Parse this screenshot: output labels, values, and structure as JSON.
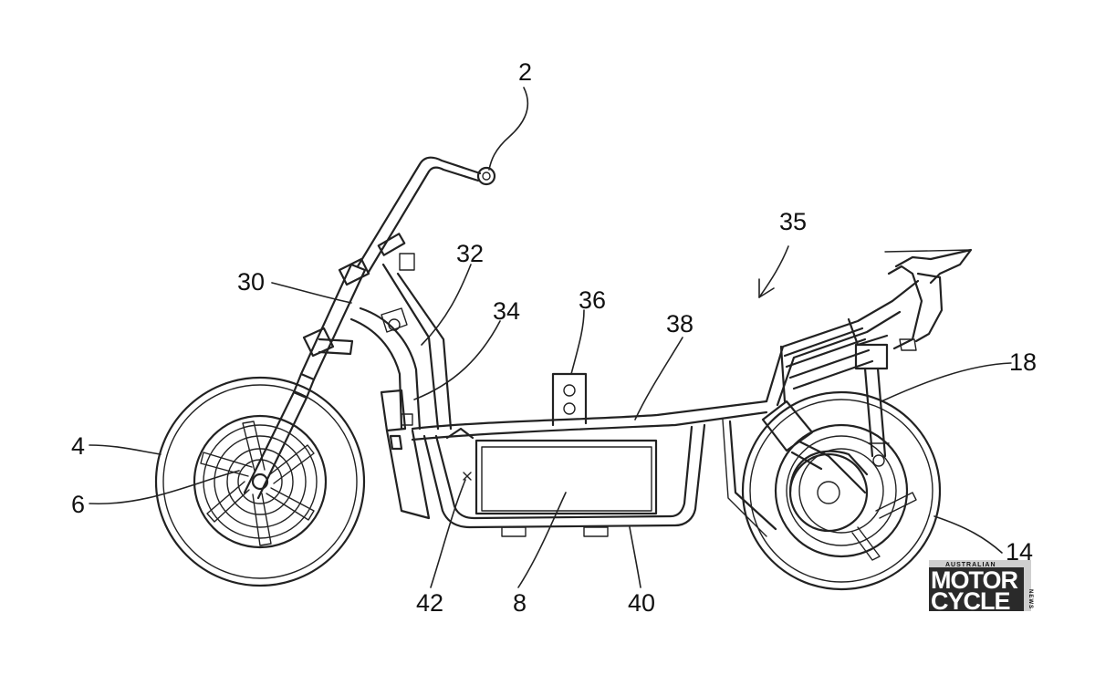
{
  "labels": {
    "l2": "2",
    "l4": "4",
    "l6": "6",
    "l8": "8",
    "l14": "14",
    "l18": "18",
    "l30": "30",
    "l32": "32",
    "l34": "34",
    "l35": "35",
    "l36": "36",
    "l38": "38",
    "l40": "40",
    "l42": "42"
  },
  "watermark": {
    "top_text": "AUSTRALIAN",
    "line1": "MOTOR",
    "line2": "CYCLE",
    "side_text": "NEWS"
  },
  "colors": {
    "ink": "#222222",
    "background": "#ffffff",
    "logo_dark": "#2a2a2a",
    "logo_light": "#cfcfcf"
  }
}
